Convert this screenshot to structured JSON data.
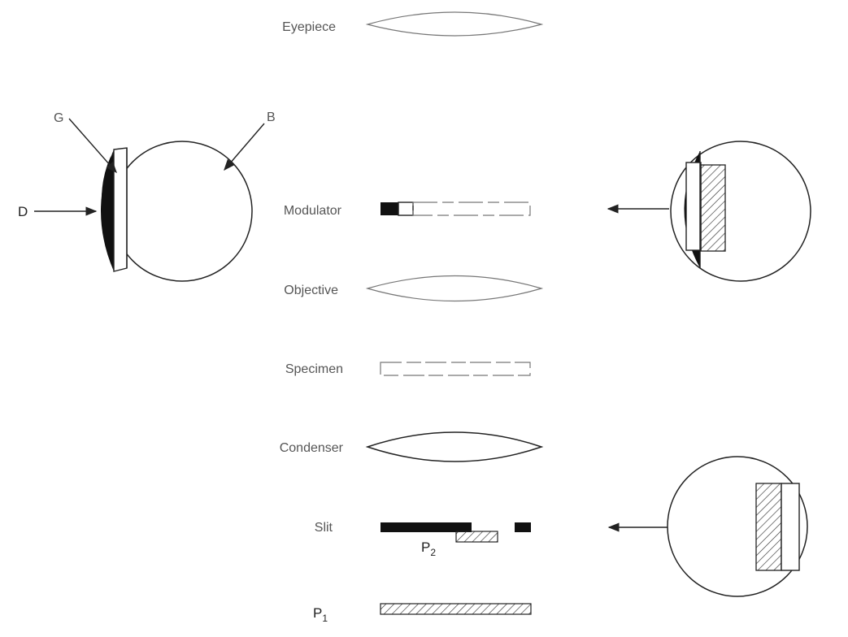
{
  "labels": {
    "eyepiece": "Eyepiece",
    "modulator": "Modulator",
    "objective": "Objective",
    "specimen": "Specimen",
    "condenser": "Condenser",
    "slit": "Slit",
    "p1": "P",
    "p1_sub": "1",
    "p2": "P",
    "p2_sub": "2"
  },
  "pupil_labels": {
    "g": "G",
    "b": "B",
    "d": "D"
  }
}
